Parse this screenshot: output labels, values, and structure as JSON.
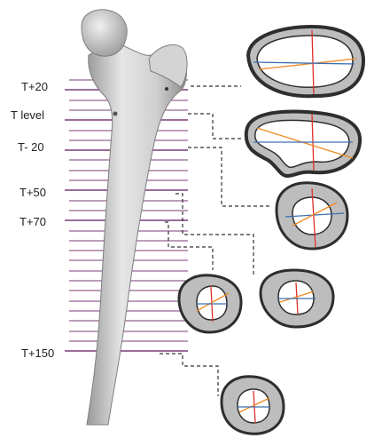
{
  "levels": [
    {
      "label": "T+20"
    },
    {
      "label": "T level"
    },
    {
      "label": "T- 20"
    },
    {
      "label": "T+50"
    },
    {
      "label": "T+70"
    },
    {
      "label": "T+150"
    }
  ],
  "colors": {
    "slice_line": "#7a3d7a",
    "bone_fill": "#c8c8c8",
    "cortex_gray": "#bdbdbd",
    "cortex_dark": "#2e2e2e",
    "axis_red": "#e0302a",
    "axis_orange": "#f08a24",
    "axis_blue": "#3a6fb0",
    "connector": "#333333",
    "label_text": "#222222"
  },
  "icons": {
    "femur": "femur-bone-icon",
    "cross_section": "bone-cross-section-icon"
  }
}
